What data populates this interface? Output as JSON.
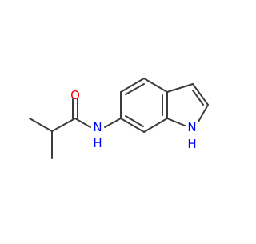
{
  "molecule": {
    "atoms": {
      "oxygen": {
        "label": "O",
        "color": "#ff0000"
      },
      "amide_nh": {
        "label": "N",
        "sublabel": "H",
        "color": "#0000ff"
      },
      "indole_nh": {
        "label": "N",
        "sublabel": "H",
        "color": "#0000ff"
      }
    },
    "bond_color": "#3c3c3c"
  }
}
